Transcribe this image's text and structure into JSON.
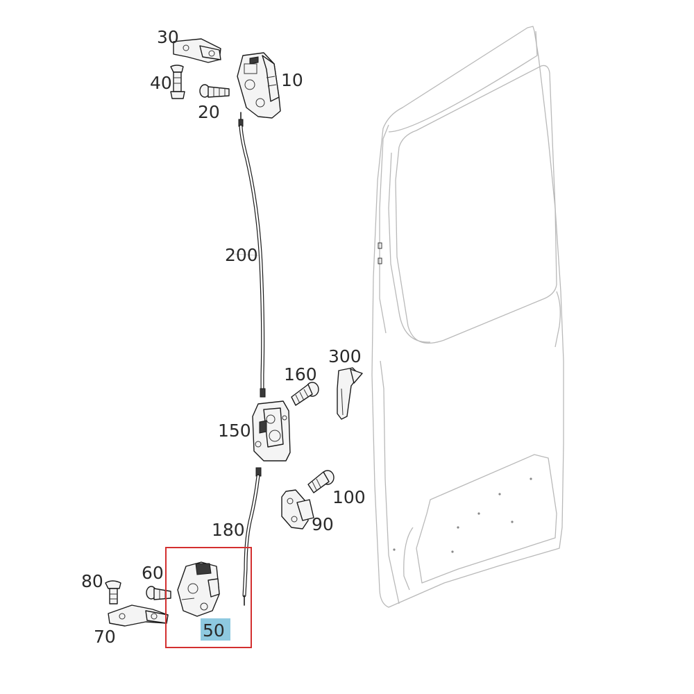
{
  "labels": {
    "p10": "10",
    "p20": "20",
    "p30": "30",
    "p40": "40",
    "p50": "50",
    "p60": "60",
    "p70": "70",
    "p80": "80",
    "p90": "90",
    "p100": "100",
    "p150": "150",
    "p160": "160",
    "p180": "180",
    "p200": "200",
    "p300": "300"
  },
  "highlight": {
    "frame_color": "#d32f2f",
    "label_bg_color": "#8ec9e0"
  }
}
